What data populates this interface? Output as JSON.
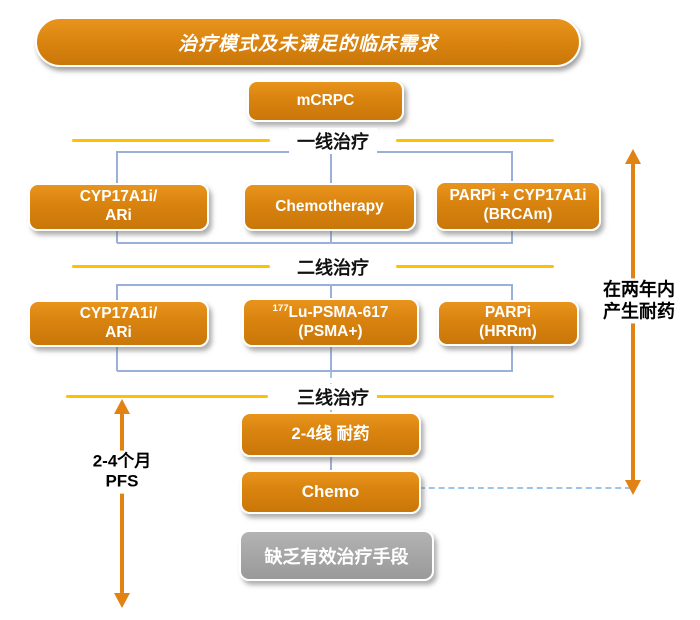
{
  "colors": {
    "orange": "#D9830F",
    "orange_light": "#E8941C",
    "orange_dark": "#C9770A",
    "arrow_orange": "#E08214",
    "gold": "#FFC000",
    "connector_blue": "#9BB0D8",
    "dashed_blue": "#9DC3E6",
    "gray": "#A6A6A6",
    "text": "#111111"
  },
  "title": "治疗模式及未满足的临床需求",
  "root": {
    "label": "mCRPC"
  },
  "stages": [
    {
      "label": "一线治疗",
      "boxes": [
        {
          "l1": "CYP17A1i/",
          "l2": "ARi"
        },
        {
          "l1": "Chemotherapy"
        },
        {
          "l1": "PARPi + CYP17A1i",
          "l2": "(BRCAm)"
        }
      ]
    },
    {
      "label": "二线治疗",
      "boxes": [
        {
          "l1": "CYP17A1i/",
          "l2": "ARi"
        },
        {
          "sup": "177",
          "l1": "Lu-PSMA-617",
          "l2": "(PSMA+)"
        },
        {
          "l1": "PARPi",
          "l2": "(HRRm)"
        }
      ]
    },
    {
      "label": "三线治疗",
      "boxes": [
        {
          "l1": "2-4线 耐药"
        },
        {
          "l1": "Chemo"
        }
      ]
    }
  ],
  "end_node": {
    "label": "缺乏有效治疗手段"
  },
  "notes": {
    "resistance": {
      "l1": "在两年内",
      "l2": "产生耐药"
    },
    "pfs": {
      "l1": "2-4个月",
      "l2": "PFS"
    }
  }
}
